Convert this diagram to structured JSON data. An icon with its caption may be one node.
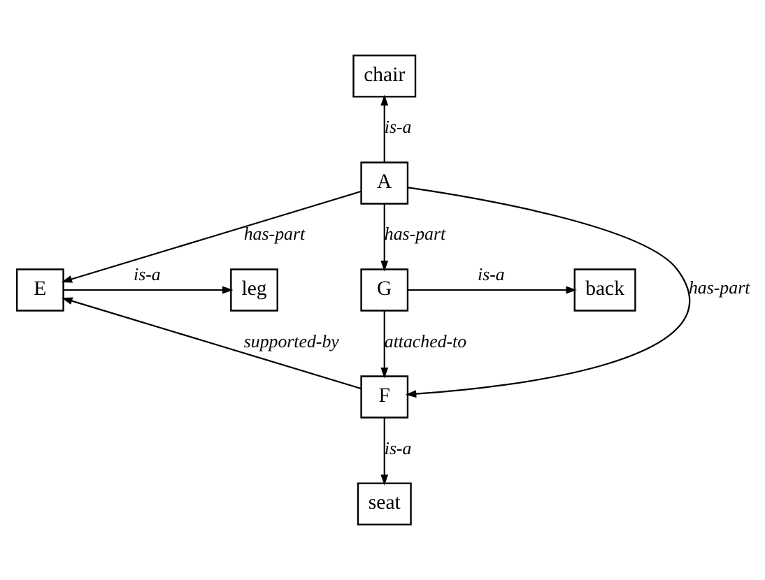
{
  "diagram": {
    "nodes": [
      {
        "text": [
          "chair"
        ]
      },
      {
        "text": [
          "A"
        ]
      },
      {
        "text": [
          "leg"
        ]
      },
      {
        "text": [
          "E"
        ]
      },
      {
        "text": [
          "G"
        ]
      },
      {
        "text": [
          "back"
        ]
      },
      {
        "text": [
          "F"
        ]
      },
      {
        "text": [
          "seat"
        ]
      }
    ],
    "edges": [
      {
        "from": 1,
        "to": 0,
        "arrow": "to",
        "label": "is-a"
      },
      {
        "from": 1,
        "to": 3,
        "arrow": "to",
        "label": "has-part"
      },
      {
        "from": 1,
        "to": 4,
        "arrow": "to",
        "label": "has-part"
      },
      {
        "from": 1,
        "to": 6,
        "arrow": "to",
        "label": "has-part"
      },
      {
        "from": 3,
        "to": 2,
        "arrow": "to",
        "label": "is-a"
      },
      {
        "from": 4,
        "to": 5,
        "arrow": "to",
        "label": "is-a"
      },
      {
        "from": 6,
        "to": 3,
        "arrow": "to",
        "label": "supported-by"
      },
      {
        "from": 4,
        "to": 6,
        "arrow": "to",
        "label": "attached-to"
      },
      {
        "from": 6,
        "to": 7,
        "arrow": "to",
        "label": "is-a"
      }
    ]
  }
}
